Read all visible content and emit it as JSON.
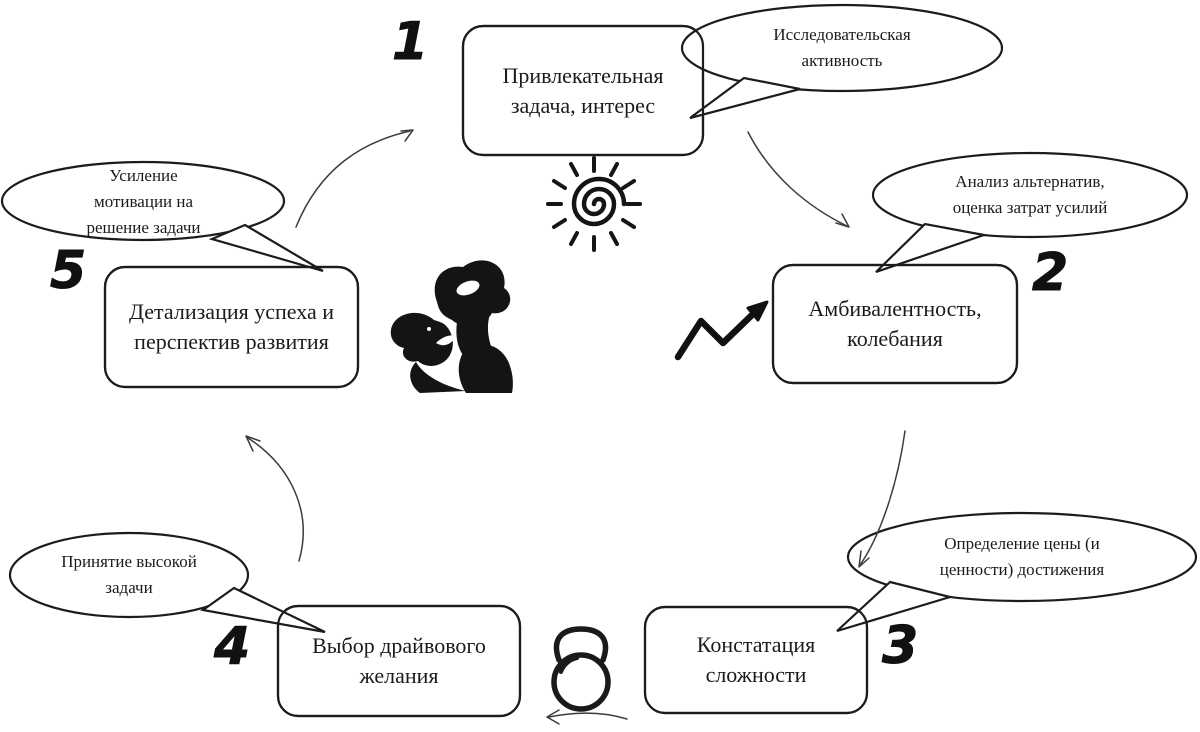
{
  "meta": {
    "background_color": "#ffffff",
    "ink_color": "#1b1b1b",
    "line_color": "#3c3c3c"
  },
  "diagram": {
    "stages": [
      {
        "number": "1",
        "box_lines": [
          "Привлекательная",
          "задача, интерес"
        ],
        "bubble_lines": [
          "Исследовательская",
          "активность"
        ]
      },
      {
        "number": "2",
        "box_lines": [
          "Амбивалентность,",
          "колебания"
        ],
        "bubble_lines": [
          "Анализ альтернатив,",
          "оценка затрат усилий"
        ]
      },
      {
        "number": "3",
        "box_lines": [
          "Констатация",
          "сложности"
        ],
        "bubble_lines": [
          "Определение цены (и",
          "ценности) достижения"
        ]
      },
      {
        "number": "4",
        "box_lines": [
          "Выбор драйвового",
          "желания"
        ],
        "bubble_lines": [
          "Принятие высокой",
          "задачи"
        ]
      },
      {
        "number": "5",
        "box_lines": [
          "Детализация успеха и",
          "перспектив развития"
        ],
        "bubble_lines": [
          "Усиление",
          "мотивации на",
          "решение задачи"
        ]
      }
    ],
    "icons": [
      {
        "name": "sun-icon",
        "glyph": "spiral-sun-doodle"
      },
      {
        "name": "trend-arrow-icon",
        "glyph": "bold-zigzag-up-arrow"
      },
      {
        "name": "kettlebell-icon",
        "glyph": "kettlebell-outline"
      },
      {
        "name": "strongman-illustration",
        "glyph": "man-lifting-kettlebell-silhouette"
      }
    ]
  }
}
